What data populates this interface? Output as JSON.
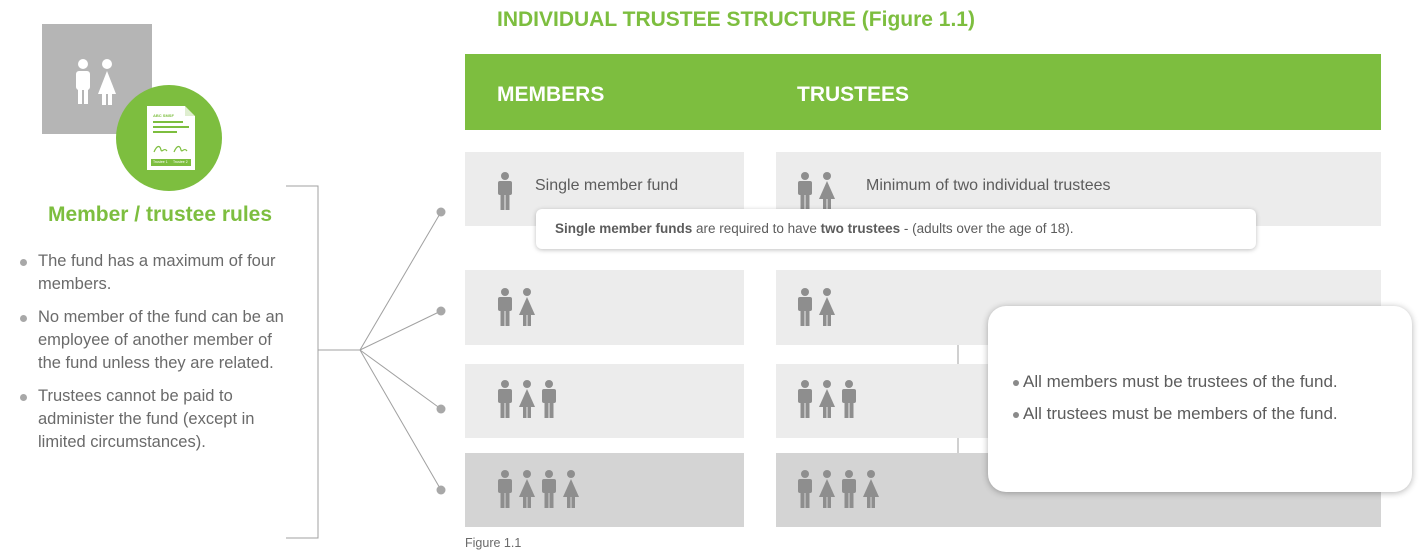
{
  "diagram_title": "INDIVIDUAL TRUSTEE STRUCTURE (Figure 1.1)",
  "headers": {
    "members": "MEMBERS",
    "trustees": "TRUSTEES"
  },
  "rows": [
    {
      "member_count": 1,
      "member_label": "Single member fund",
      "trustee_count": 2,
      "trustee_label": "Minimum of two individual trustees"
    },
    {
      "member_count": 2,
      "member_label": "",
      "trustee_count": 2,
      "trustee_label": ""
    },
    {
      "member_count": 3,
      "member_label": "",
      "trustee_count": 3,
      "trustee_label": ""
    },
    {
      "member_count": 4,
      "member_label": "",
      "trustee_count": 4,
      "trustee_label": ""
    }
  ],
  "note": {
    "bold_1": "Single member funds",
    "text_1": " are required to have ",
    "bold_2": "two trustees",
    "text_2": " - (adults over the age of 18)."
  },
  "callout": {
    "items": [
      "All members must be trustees of the fund.",
      "All trustees must be members of the fund."
    ]
  },
  "sidebar": {
    "title": "Member / trustee rules",
    "document": {
      "header": "ABC SMSF",
      "signature_1": "Trustee 1",
      "signature_2": "Trustee 2"
    },
    "rules": [
      "The fund has a maximum of four members.",
      "No member of the fund can be an employee of another member of the fund unless they are related.",
      "Trustees cannot be paid to administer the fund (except in limited circumstances)."
    ]
  },
  "caption": "Figure 1.1",
  "colors": {
    "accent_green": "#7dbe3f",
    "row_grey": "#ececec",
    "row_grey_dark": "#d4d4d4",
    "person_grey": "#8e8e8e"
  }
}
